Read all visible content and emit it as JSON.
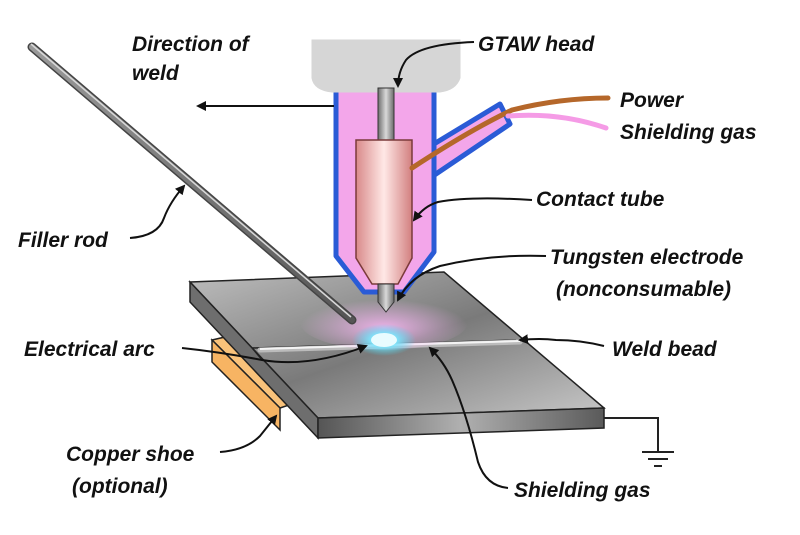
{
  "labels": {
    "direction_line1": "Direction of",
    "direction_line2": "weld",
    "gtaw_head": "GTAW head",
    "power": "Power",
    "shielding_gas_top": "Shielding gas",
    "contact_tube": "Contact tube",
    "filler_rod": "Filler rod",
    "tungsten_line1": "Tungsten electrode",
    "tungsten_line2": "(nonconsumable)",
    "electrical_arc": "Electrical arc",
    "weld_bead": "Weld bead",
    "copper_shoe_line1": "Copper shoe",
    "copper_shoe_line2": "(optional)",
    "shielding_gas_bottom": "Shielding gas"
  },
  "colors": {
    "nozzle_fill": "#f3a6ea",
    "nozzle_outline": "#2a5bd6",
    "torch_head": "#d6d6d6",
    "power_cable": "#b5672a",
    "gas_hose": "#f59be6",
    "copper_shoe": "#f7b463",
    "plate_top": "#8c8c8c",
    "arc_glow": "#46d6f0"
  },
  "icons": {
    "ground": "ground-symbol-icon",
    "direction": "arrow-left-icon"
  }
}
